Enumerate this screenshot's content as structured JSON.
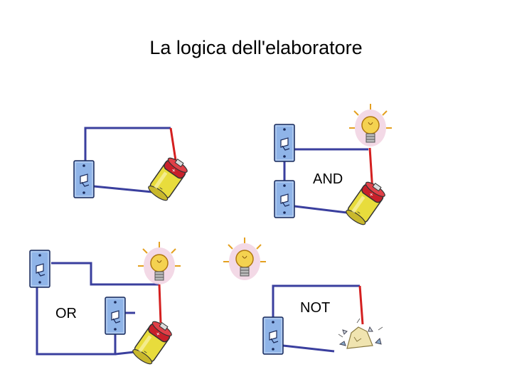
{
  "slide": {
    "title": "La logica dell'elaboratore"
  },
  "labels": {
    "and": "AND",
    "or": "OR",
    "not": "NOT"
  },
  "colors": {
    "wire_blue": "#3a3f9e",
    "wire_red": "#d42020",
    "switch_fill": "#8fb4e8",
    "battery_yellow": "#e8dc3c",
    "battery_red": "#c8202a",
    "bulb_yellow": "#f4d250",
    "bulb_glow": "#f0d0e0"
  },
  "icons": [
    "wall-switch-icon",
    "battery-icon",
    "light-bulb-icon",
    "broken-bulb-icon"
  ]
}
